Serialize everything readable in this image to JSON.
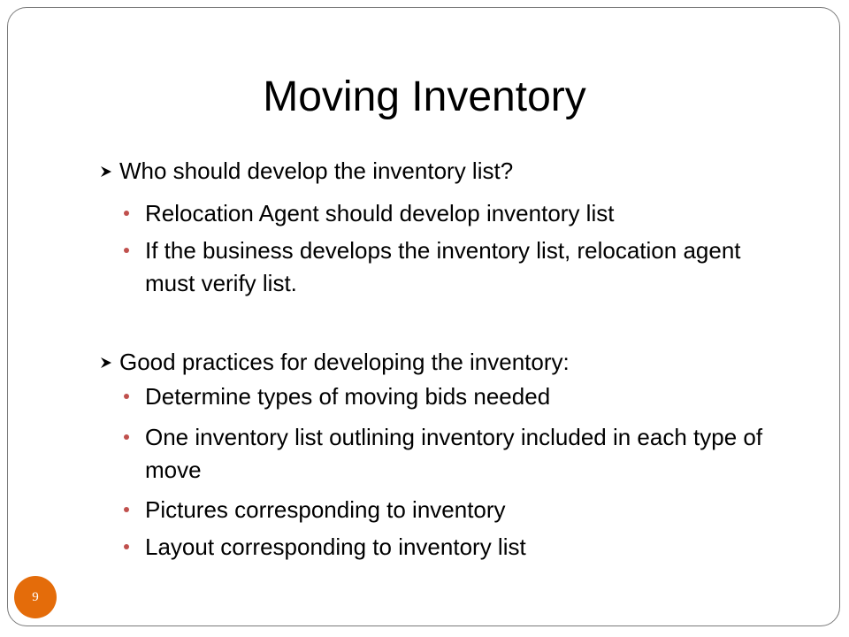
{
  "slide": {
    "title": "Moving Inventory",
    "page_number": "9",
    "accent_color": "#e46c0a",
    "bullet_color": "#c0504d"
  },
  "sections": [
    {
      "heading": "Who should develop the inventory list?",
      "icon": "arrow-bullet-icon",
      "items": [
        "Relocation Agent should develop inventory list",
        "If the business develops the inventory list, relocation agent must verify list."
      ]
    },
    {
      "heading": "Good practices for developing the inventory:",
      "icon": "arrow-bullet-icon",
      "items": [
        "Determine types of moving bids needed",
        "One inventory list outlining inventory included in each type of move",
        "Pictures corresponding to inventory",
        "Layout corresponding to inventory list"
      ]
    }
  ]
}
